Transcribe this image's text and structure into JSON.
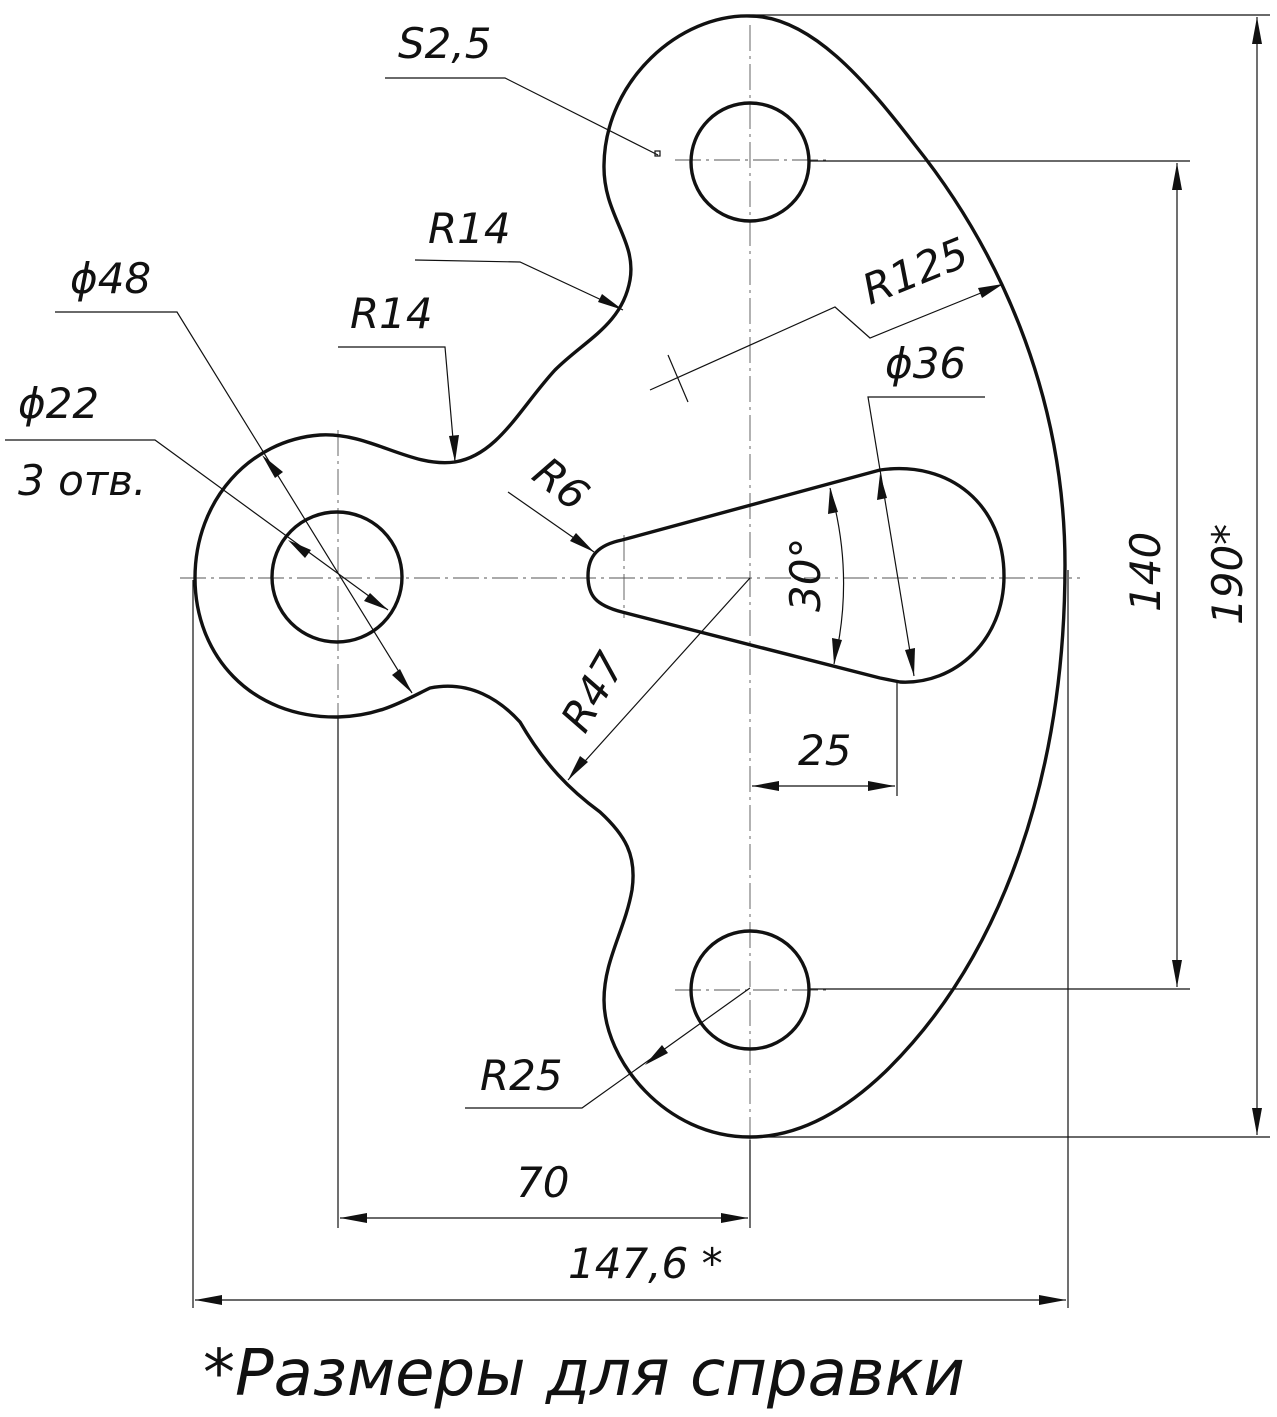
{
  "drawing": {
    "labels": {
      "thickness": "S2,5",
      "fillet_upper": "R14",
      "fillet_left": "R14",
      "boss_diameter": "ϕ48",
      "hole_diameter": "ϕ22",
      "hole_count": "3 отв.",
      "outer_radius": "R125",
      "slot_diameter": "ϕ36",
      "slot_end_radius": "R6",
      "slot_angle": "30°",
      "inner_radius": "R47",
      "slot_offset": "25",
      "hole_spacing": "140",
      "total_height": "190*",
      "end_radius": "R25",
      "hole_offset": "70",
      "total_width": "147,6 *"
    },
    "note": "*Размеры для справки"
  }
}
